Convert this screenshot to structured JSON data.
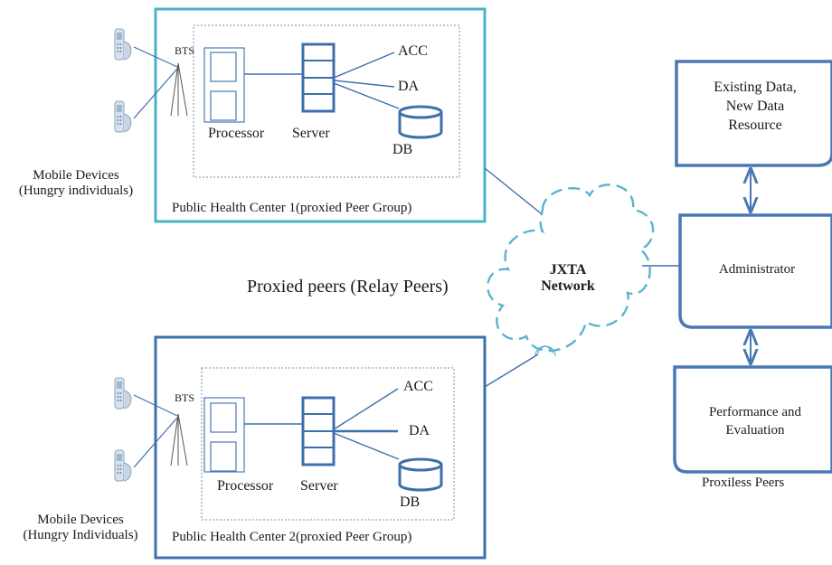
{
  "colors": {
    "center1_border": "#4bb2c8",
    "center2_border": "#3d6fad",
    "component_stroke": "#4a78b4",
    "link_line": "#3d6fad",
    "cloud_dash": "#5bb4cc",
    "peer_box_border": "#4a78b4"
  },
  "icons": [
    "mobile-phone-icon",
    "antenna-icon",
    "server-rack-icon",
    "database-icon",
    "cloud-icon",
    "double-arrow-icon"
  ],
  "center1": {
    "bts_label": "BTS",
    "processor_label": "Processor",
    "server_label": "Server",
    "acc_label": "ACC",
    "da_label": "DA",
    "db_label": "DB",
    "caption": "Public Health Center 1(proxied Peer Group)",
    "mobile_label_line1": "Mobile Devices",
    "mobile_label_line2": "(Hungry individuals)"
  },
  "center2": {
    "bts_label": "BTS",
    "processor_label": "Processor",
    "server_label": "Server",
    "acc_label": "ACC",
    "da_label": "DA",
    "db_label": "DB",
    "caption": "Public Health Center 2(proxied Peer Group)",
    "mobile_label_line1": "Mobile Devices",
    "mobile_label_line2": "(Hungry Individuals)"
  },
  "relay_label": "Proxied peers (Relay Peers)",
  "jxta": {
    "line1": "JXTA",
    "line2": "Network"
  },
  "right_panel": {
    "existing_line1": "Existing Data,",
    "existing_line2": "New Data",
    "existing_line3": "Resource",
    "administrator": "Administrator",
    "performance_line1": "Performance and",
    "performance_line2": "Evaluation",
    "caption": "Proxiless Peers"
  }
}
